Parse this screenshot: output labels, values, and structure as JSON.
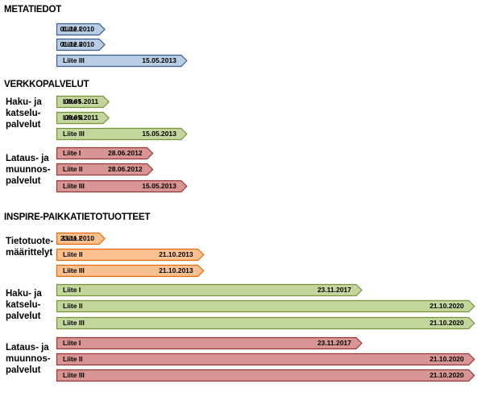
{
  "sections": {
    "metatiedot": "METATIEDOT",
    "verkkopalvelut": "VERKKOPALVELUT",
    "inspire": "INSPIRE-PAIKKATIETOTUOTTEET"
  },
  "groups": {
    "vp_haku": [
      "Haku- ja",
      "katselu-",
      "palvelut"
    ],
    "vp_lataus": [
      "Lataus- ja",
      "muunnos-",
      "palvelut"
    ],
    "in_tieto": [
      "Tietotuote-",
      "määrittelyt"
    ],
    "in_haku": [
      "Haku- ja",
      "katselu-",
      "palvelut"
    ],
    "in_lataus": [
      "Lataus- ja",
      "muunnos-",
      "palvelut"
    ]
  },
  "palette": {
    "blue": {
      "fill": "#b9cde5",
      "stroke": "#385d8a"
    },
    "green": {
      "fill": "#c3d69b",
      "stroke": "#77933c"
    },
    "red": {
      "fill": "#d99594",
      "stroke": "#953735"
    },
    "orange": {
      "fill": "#fac090",
      "stroke": "#e46c0a"
    }
  },
  "timeline": {
    "start": "2010.00",
    "end": "2021.00",
    "bars": [
      {
        "label": "Liite I",
        "date": "01.12.2010",
        "color": "blue"
      },
      {
        "label": "Liite II",
        "date": "01.12.2010",
        "color": "blue"
      },
      {
        "label": "Liite III",
        "date": "15.05.2013",
        "color": "blue"
      },
      {
        "label": "Liite I",
        "date": "09.05.2011",
        "color": "green"
      },
      {
        "label": "Liite II",
        "date": "09.05.2011",
        "color": "green"
      },
      {
        "label": "Liite III",
        "date": "15.05.2013",
        "color": "green"
      },
      {
        "label": "Liite I",
        "date": "28.06.2012",
        "color": "red"
      },
      {
        "label": "Liite II",
        "date": "28.06.2012",
        "color": "red"
      },
      {
        "label": "Liite III",
        "date": "15.05.2013",
        "color": "red"
      },
      {
        "label": "Liite I",
        "date": "23.11.2010",
        "color": "orange"
      },
      {
        "label": "Liite II",
        "date": "21.10.2013",
        "color": "orange"
      },
      {
        "label": "Liite III",
        "date": "21.10.2013",
        "color": "orange"
      },
      {
        "label": "Liite I",
        "date": "23.11.2017",
        "color": "green"
      },
      {
        "label": "Liite II",
        "date": "21.10.2020",
        "color": "green"
      },
      {
        "label": "Liite III",
        "date": "21.10.2020",
        "color": "green"
      },
      {
        "label": "Liite I",
        "date": "23.11.2017",
        "color": "red"
      },
      {
        "label": "Liite II",
        "date": "21.10.2020",
        "color": "red"
      },
      {
        "label": "Liite III",
        "date": "21.10.2020",
        "color": "red"
      }
    ]
  }
}
